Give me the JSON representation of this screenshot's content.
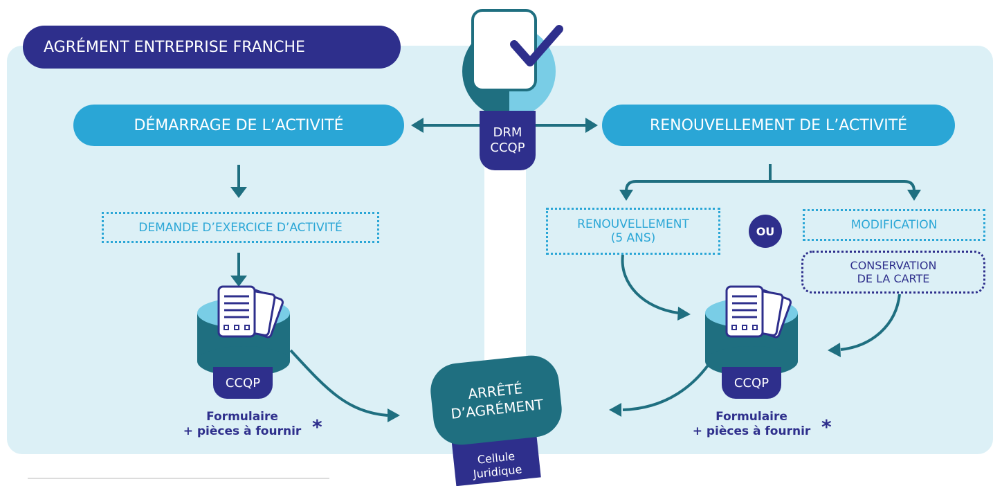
{
  "title": "AGRÉMENT ENTREPRISE FRANCHE",
  "center_top": {
    "line1": "DRM",
    "line2": "CCQP"
  },
  "left": {
    "heading": "DÉMARRAGE DE L’ACTIVITÉ",
    "step": "DEMANDE D’EXERCICE D’ACTIVITÉ",
    "service": "CCQP",
    "caption_line1": "Formulaire",
    "caption_line2": "+ pièces à fournir",
    "asterisk": "*"
  },
  "right": {
    "heading": "RENOUVELLEMENT DE L’ACTIVITÉ",
    "option1_line1": "RENOUVELLEMENT",
    "option1_line2": "(5 ANS)",
    "or_label": "OU",
    "option2": "MODIFICATION",
    "option2_sub_line1": "CONSERVATION",
    "option2_sub_line2": "DE LA CARTE",
    "service": "CCQP",
    "caption_line1": "Formulaire",
    "caption_line2": "+ pièces à fournir",
    "asterisk": "*"
  },
  "center_bottom": {
    "title_line1": "ARRÊTÉ",
    "title_line2": "D’AGRÉMENT",
    "sub_line1": "Cellule",
    "sub_line2": "Juridique"
  },
  "colors": {
    "navy": "#2e2f8c",
    "cyan": "#2aa6d6",
    "teal": "#1f6f80",
    "panel": "#dcf0f6",
    "light_blue": "#79cde6"
  }
}
